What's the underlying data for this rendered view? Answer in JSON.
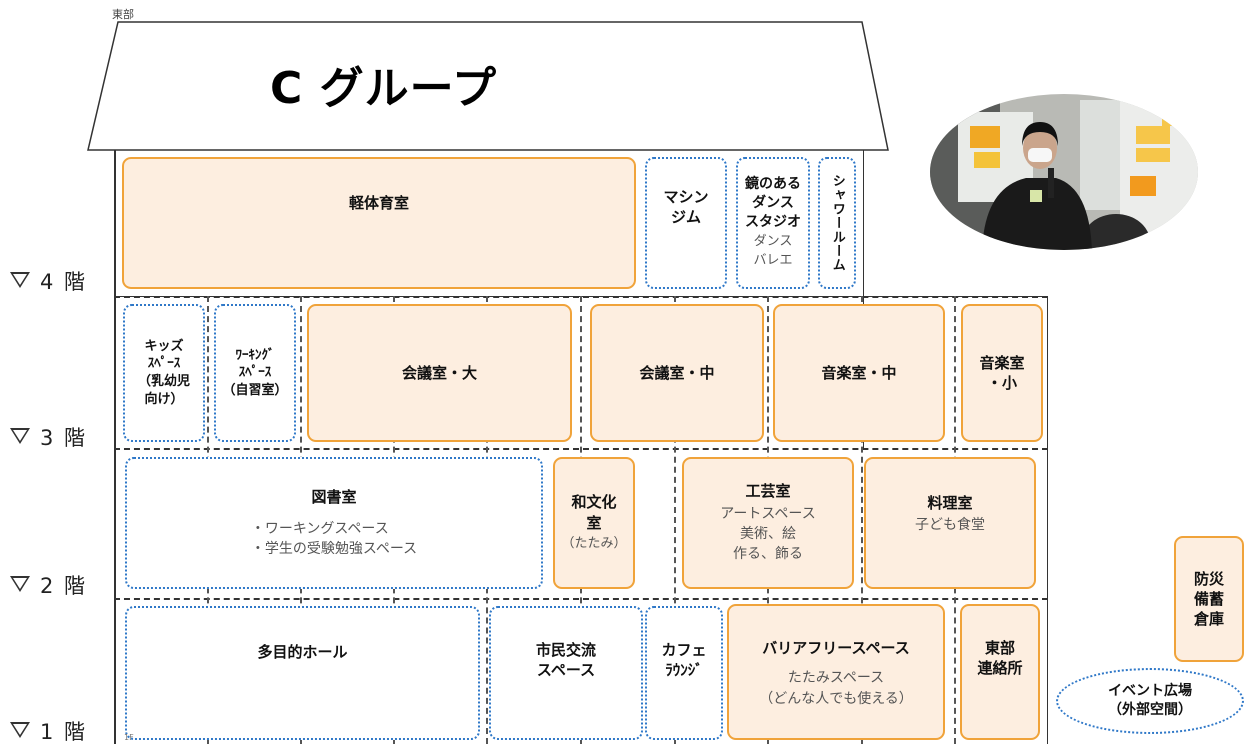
{
  "header": {
    "orientation_label": "東部",
    "group_title": "C グループ"
  },
  "footer": {
    "small_label": "1F"
  },
  "floors": [
    {
      "id": "f4",
      "label": "4 階"
    },
    {
      "id": "f3",
      "label": "3 階"
    },
    {
      "id": "f2",
      "label": "2 階"
    },
    {
      "id": "f1",
      "label": "1 階"
    }
  ],
  "rooms": {
    "light_gym": {
      "name": "軽体育室"
    },
    "machine_gym": {
      "name": "マシン\nジム"
    },
    "dance_studio": {
      "name": "鏡のある\nダンス\nスタジオ",
      "sub": "ダンス\nバレエ"
    },
    "shower": {
      "name": "シャワールーム"
    },
    "kids_space": {
      "name": "キッズ\nｽﾍﾟｰｽ\n（乳幼児\n向け）"
    },
    "working_space": {
      "name": "ﾜｰｷﾝｸﾞ\nｽﾍﾟｰｽ\n（自習室）"
    },
    "meeting_large": {
      "name": "会議室・大"
    },
    "meeting_mid": {
      "name": "会議室・中"
    },
    "music_mid": {
      "name": "音楽室・中"
    },
    "music_small": {
      "name": "音楽室\n・小"
    },
    "library": {
      "name": "図書室",
      "sub": "・ワーキングスペース\n・学生の受験勉強スペース"
    },
    "japanese_room": {
      "name": "和文化\n室",
      "sub": "（たたみ）"
    },
    "crafts": {
      "name": "工芸室",
      "sub": "アートスペース\n美術、絵\n作る、飾る"
    },
    "cooking": {
      "name": "料理室",
      "sub": "子ども食堂"
    },
    "multipurpose_hall": {
      "name": "多目的ホール"
    },
    "citizen_space": {
      "name": "市民交流\nスペース"
    },
    "cafe": {
      "name": "カフェ\nﾗｳﾝｼﾞ"
    },
    "barrier_free": {
      "name": "バリアフリースペース",
      "sub": "たたみスペース\n（どんな人でも使える）"
    },
    "east_office": {
      "name": "東部\n連絡所"
    },
    "disaster_storage": {
      "name": "防災\n備蓄\n倉庫"
    },
    "event_plaza": {
      "name": "イベント広場\n（外部空間）"
    }
  }
}
